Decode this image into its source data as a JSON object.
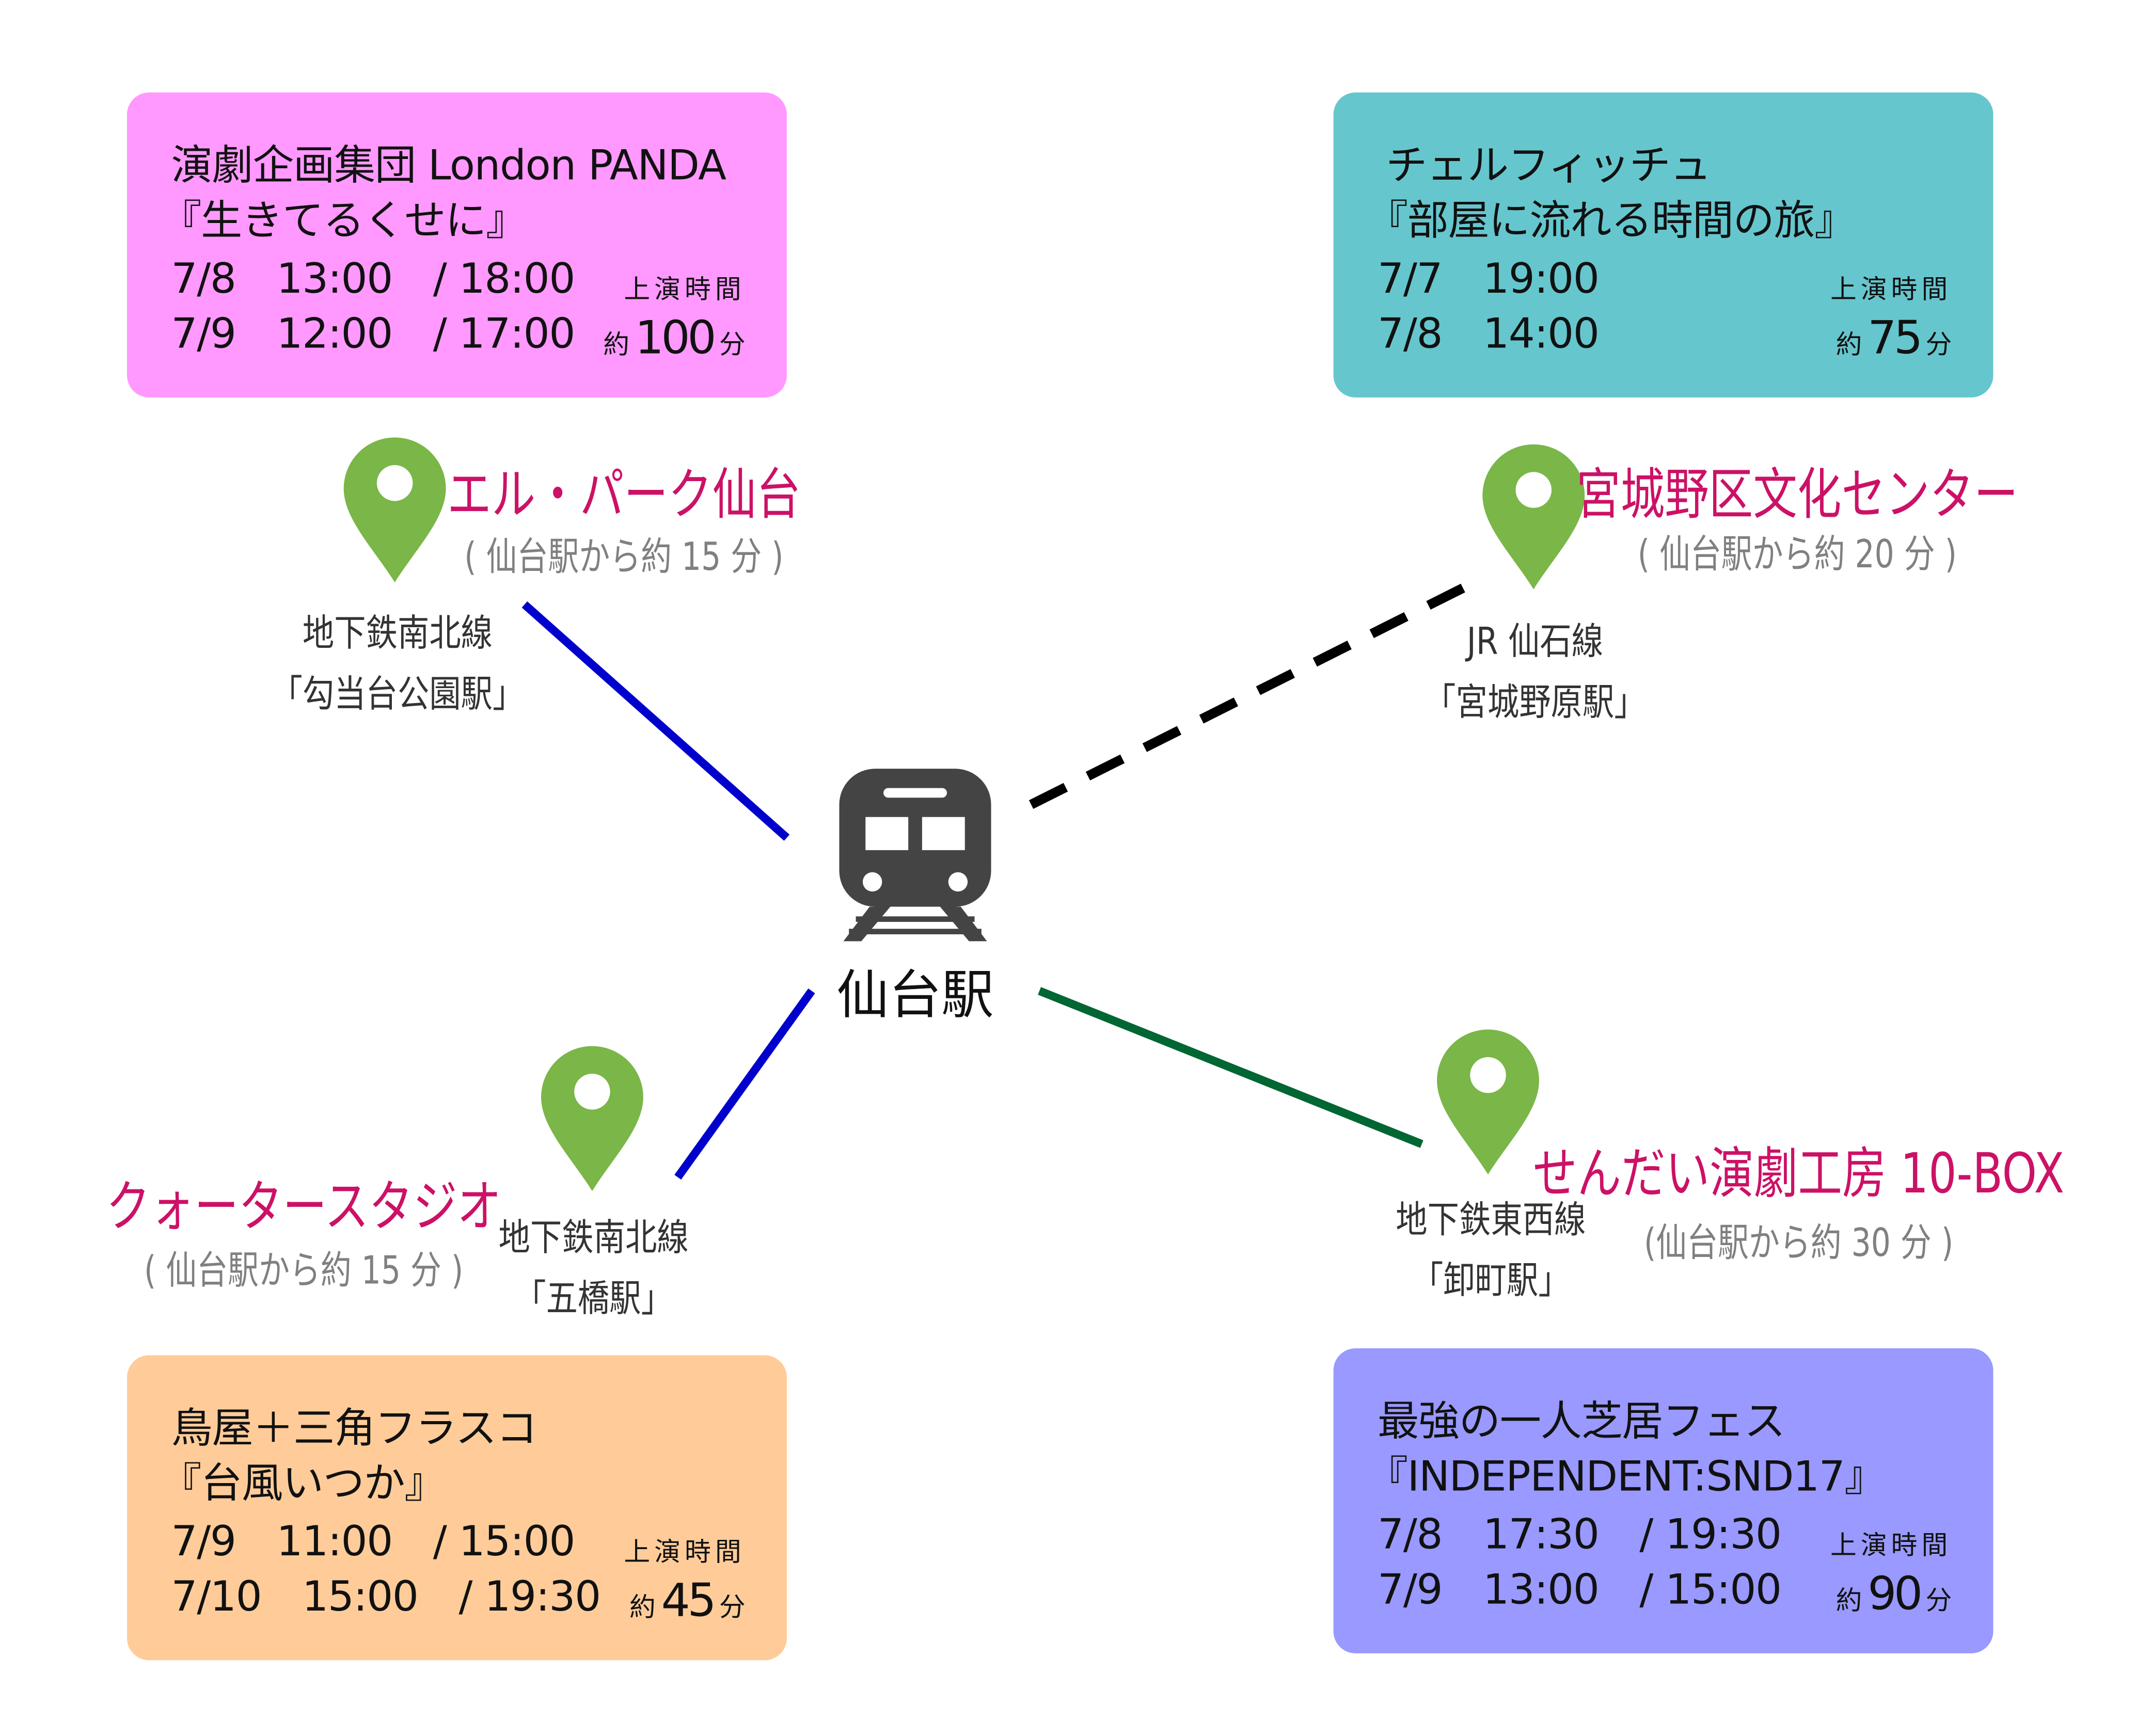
{
  "colors": {
    "pink": "#ff99ff",
    "teal": "#66c6ce",
    "orange": "#ffcc99",
    "purple": "#9999ff",
    "pin": "#7ab648",
    "venue": "#cc1166",
    "nanboku_line": "#0000cc",
    "tozai_line": "#006633",
    "jr_line": "#000000",
    "train": "#444444"
  },
  "hub": {
    "label": "仙台駅",
    "icon": "train-icon"
  },
  "shows": [
    {
      "company": "演劇企画集団 London PANDA",
      "title": "『生きてるくせに』",
      "dates": [
        "7/8　13:00　/ 18:00",
        "7/9　12:00　/ 17:00"
      ],
      "duration_label": "上演時間",
      "duration_prefix": "約",
      "duration": "100",
      "duration_unit": "分"
    },
    {
      "company": "チェルフィッチュ",
      "title": "『部屋に流れる時間の旅』",
      "dates": [
        "7/7　19:00",
        "7/8　14:00"
      ],
      "duration_label": "上演時間",
      "duration_prefix": "約",
      "duration": "75",
      "duration_unit": "分"
    },
    {
      "company": "鳥屋＋三角フラスコ",
      "title": "『台風いつか』",
      "dates": [
        "7/9　11:00　/ 15:00",
        "7/10　15:00　/ 19:30"
      ],
      "duration_label": "上演時間",
      "duration_prefix": "約",
      "duration": "45",
      "duration_unit": "分"
    },
    {
      "company": "最強の一人芝居フェス",
      "title": "『INDEPENDENT:SND17』",
      "dates": [
        "7/8　17:30　/ 19:30",
        "7/9　13:00　/ 15:00"
      ],
      "duration_label": "上演時間",
      "duration_prefix": "約",
      "duration": "90",
      "duration_unit": "分"
    }
  ],
  "venues": [
    {
      "name": "エル・パーク仙台",
      "access": "( 仙台駅から約 15 分 )",
      "line": "地下鉄南北線",
      "station": "「勾当台公園駅」"
    },
    {
      "name": "宮城野区文化センター",
      "access": "( 仙台駅から約 20 分 )",
      "line": "JR 仙石線",
      "station": "「宮城野原駅」"
    },
    {
      "name": "クォータースタジオ",
      "access": "( 仙台駅から約 15 分 )",
      "line": "地下鉄南北線",
      "station": "「五橋駅」"
    },
    {
      "name": "せんだい演劇工房 10-BOX",
      "access": "(仙台駅から約 30 分 )",
      "line": "地下鉄東西線",
      "station": "「卸町駅」"
    }
  ]
}
